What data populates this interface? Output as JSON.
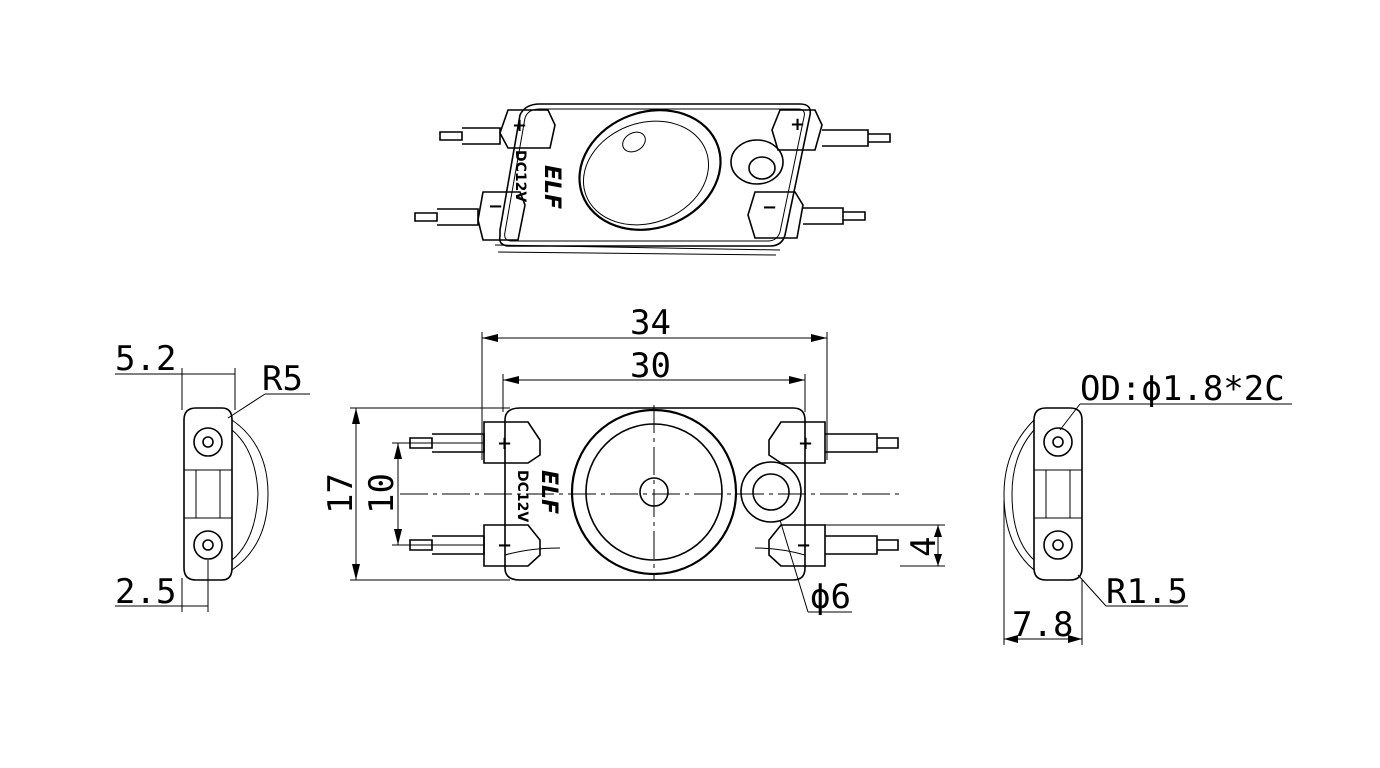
{
  "product": {
    "brand": "ELF",
    "voltage": "DC12V",
    "polarity_plus": "+",
    "polarity_minus": "−"
  },
  "dimensions": {
    "overall_length": "34",
    "body_length": "30",
    "height": "17",
    "pin_spacing": "10",
    "pin_offset": "4",
    "hole": "ϕ6",
    "side_thickness": "5.2",
    "radius_left": "R5",
    "pin_height": "2.5",
    "wire": "OD:ϕ1.8*2C",
    "radius_right": "R1.5",
    "depth": "7.8"
  }
}
